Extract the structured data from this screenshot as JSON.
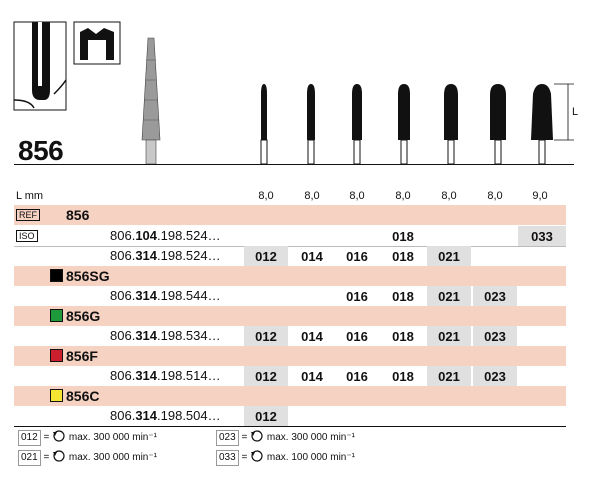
{
  "model_number": "856",
  "length_label": "L",
  "lmm_label": "L mm",
  "lengths": [
    "8,0",
    "8,0",
    "8,0",
    "8,0",
    "8,0",
    "8,0",
    "9,0"
  ],
  "ref_tag": "REF",
  "iso_tag": "ISO",
  "ref_value": "856",
  "iso_rows": [
    {
      "prefix": "806.",
      "mid": "104",
      "suffix": ".198.524…",
      "cells": [
        "",
        "",
        "",
        "018",
        "",
        "",
        "033"
      ]
    },
    {
      "prefix": "806.",
      "mid": "314",
      "suffix": ".198.524…",
      "cells": [
        "012",
        "014",
        "016",
        "018",
        "021",
        "",
        ""
      ]
    }
  ],
  "groups": [
    {
      "name": "856",
      "name_suffix": "SG",
      "color": "#000000",
      "iso": {
        "prefix": "806.",
        "mid": "314",
        "suffix": ".198.544…"
      },
      "cells": [
        "",
        "",
        "016",
        "018",
        "021",
        "023",
        ""
      ]
    },
    {
      "name": "856",
      "name_suffix": "G",
      "color": "#1f9a3a",
      "iso": {
        "prefix": "806.",
        "mid": "314",
        "suffix": ".198.534…"
      },
      "cells": [
        "012",
        "014",
        "016",
        "018",
        "021",
        "023",
        ""
      ]
    },
    {
      "name": "856",
      "name_suffix": "F",
      "color": "#cc1f2e",
      "iso": {
        "prefix": "806.",
        "mid": "314",
        "suffix": ".198.514…"
      },
      "cells": [
        "012",
        "014",
        "016",
        "018",
        "021",
        "023",
        ""
      ]
    },
    {
      "name": "856",
      "name_suffix": "C",
      "color": "#f5e431",
      "iso": {
        "prefix": "806.",
        "mid": "314",
        "suffix": ".198.504…"
      },
      "cells": [
        "012",
        "",
        "",
        "",
        "",
        "",
        ""
      ]
    }
  ],
  "legend": [
    {
      "size": "012",
      "text": "max. 300 000 min⁻¹"
    },
    {
      "size": "023",
      "text": "max. 300 000 min⁻¹"
    },
    {
      "size": "021",
      "text": "max. 300 000 min⁻¹"
    },
    {
      "size": "033",
      "text": "max. 100 000 min⁻¹"
    }
  ],
  "eq_sign": "="
}
